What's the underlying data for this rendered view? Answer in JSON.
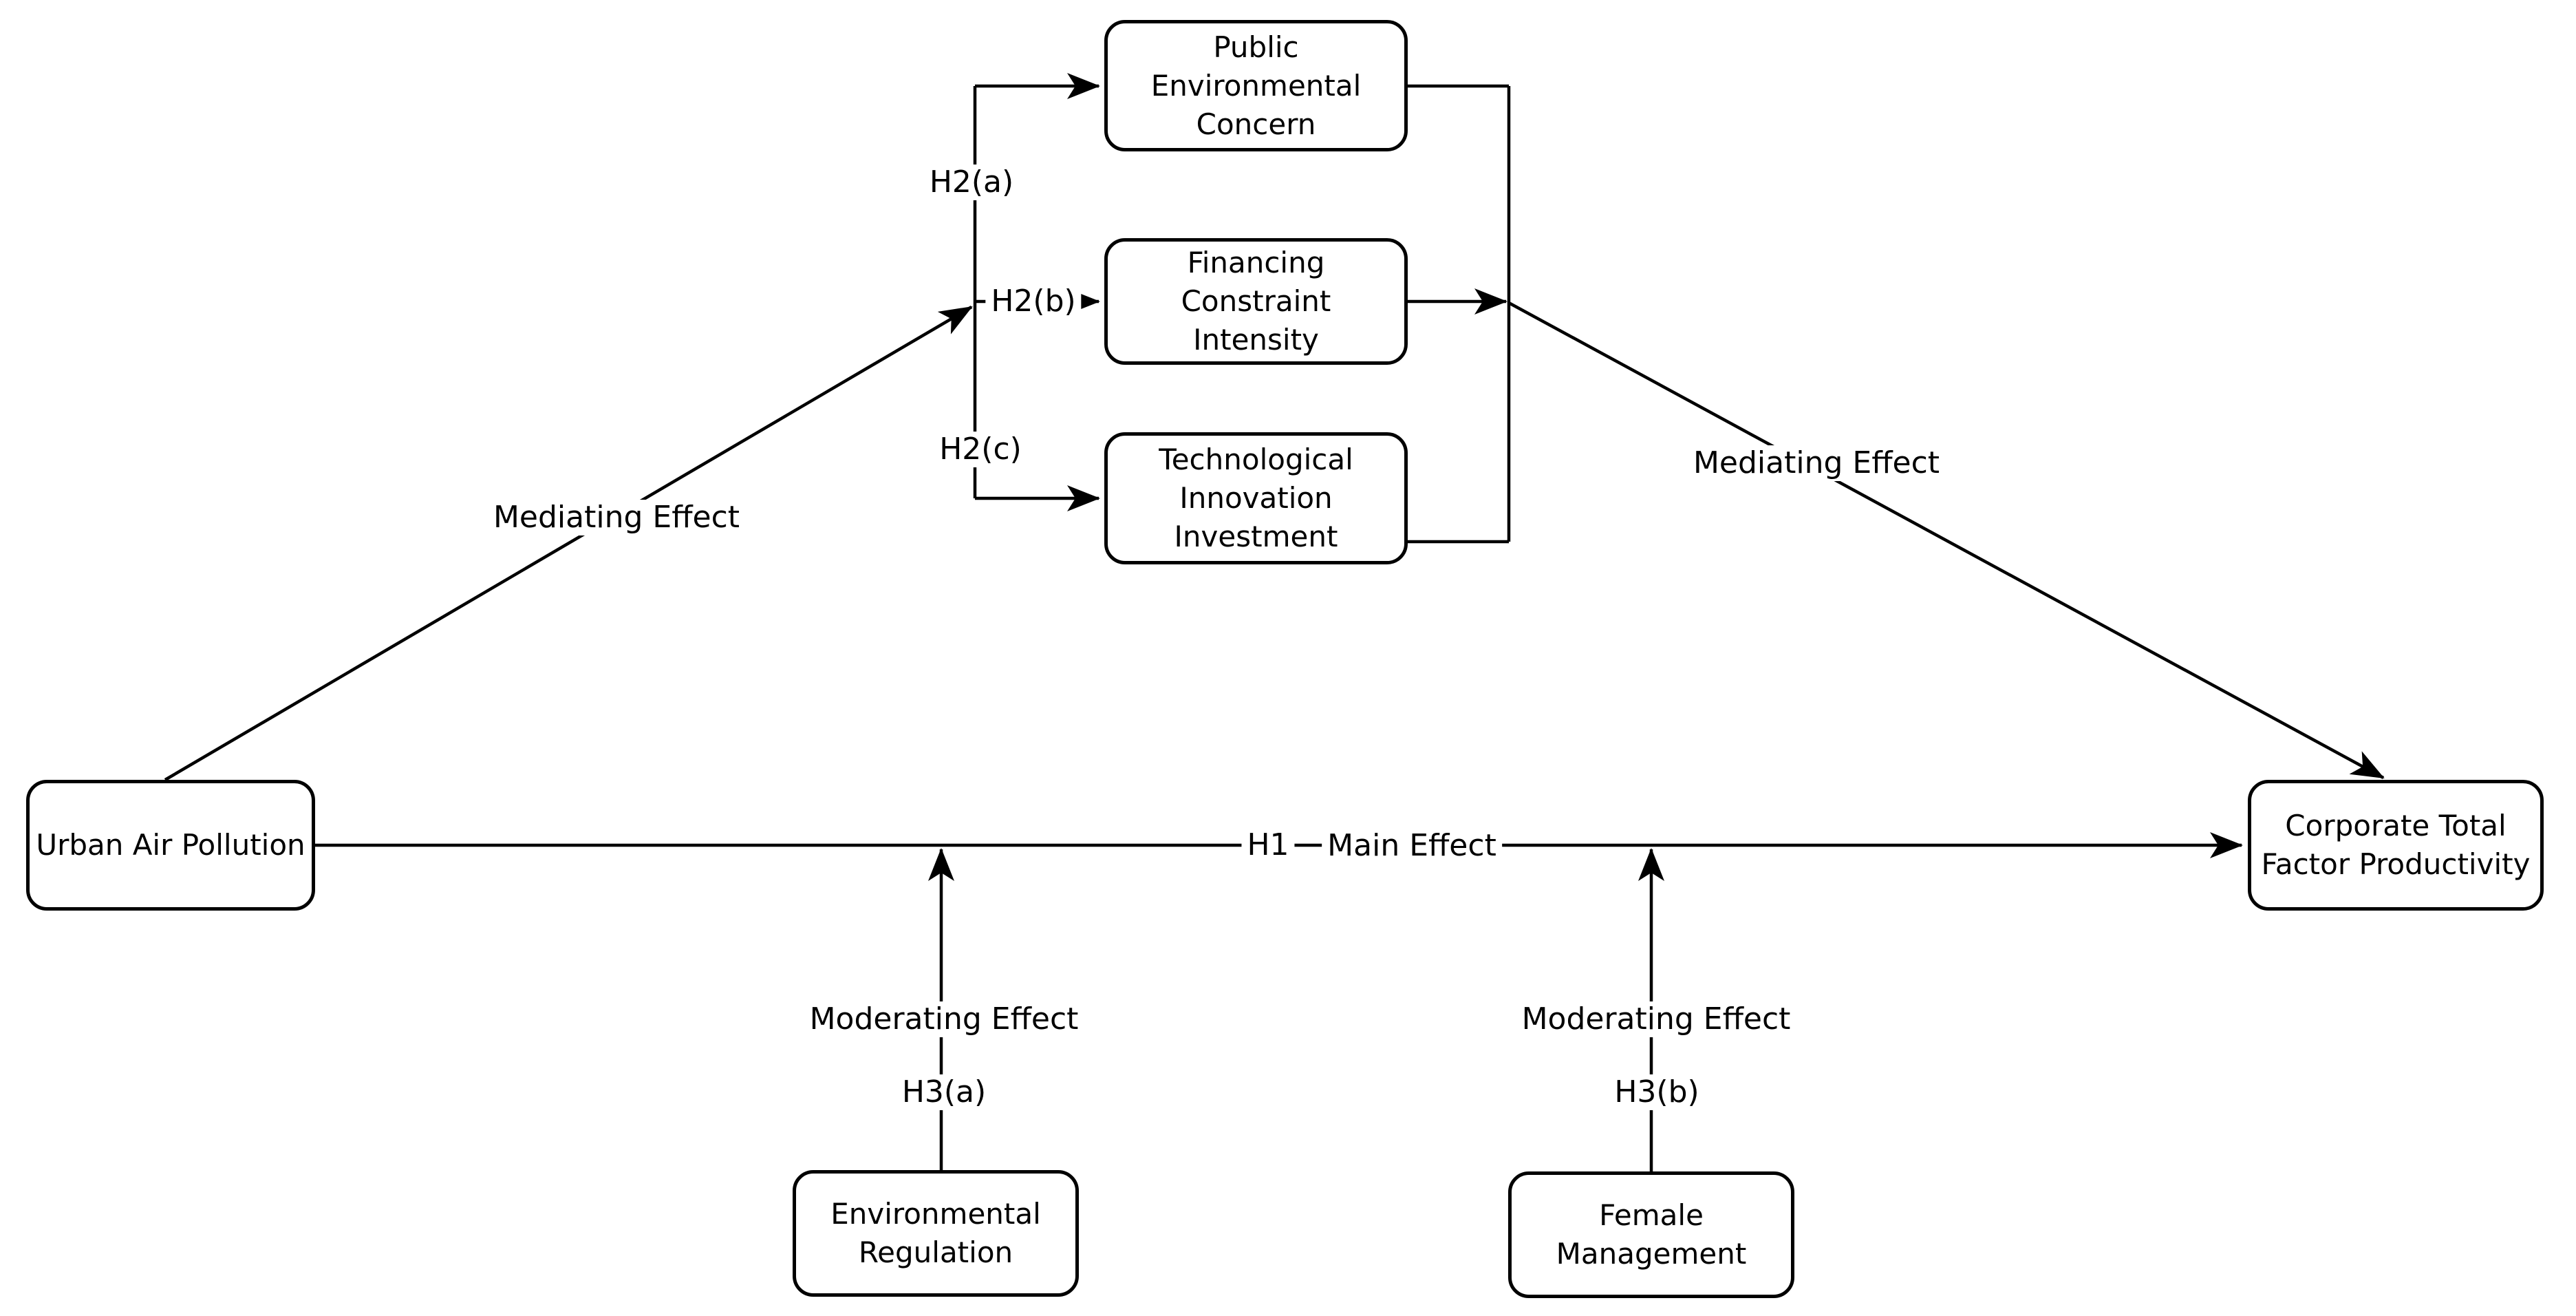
{
  "canvas": {
    "background": "#ffffff",
    "line_color": "#000000",
    "text_color": "#000000"
  },
  "nodes": {
    "urban_air_pollution": {
      "lines": [
        "Urban Air Pollution"
      ]
    },
    "public_environmental_concern": {
      "lines": [
        "Public",
        "Environmental",
        "Concern"
      ]
    },
    "financing_constraint_intensity": {
      "lines": [
        "Financing",
        "Constraint",
        "Intensity"
      ]
    },
    "technological_innovation_investment": {
      "lines": [
        "Technological",
        "Innovation",
        "Investment"
      ]
    },
    "corporate_total_factor_productivity": {
      "lines": [
        "Corporate Total",
        "Factor Productivity"
      ]
    },
    "environmental_regulation": {
      "lines": [
        "Environmental",
        "Regulation"
      ]
    },
    "female_management": {
      "lines": [
        "Female",
        "Management"
      ]
    }
  },
  "labels": {
    "h2a": "H2(a)",
    "h2b": "H2(b)",
    "h2c": "H2(c)",
    "h1": "H1",
    "main_effect": "Main Effect",
    "mediating_left": "Mediating Effect",
    "mediating_right": "Mediating Effect",
    "moderating_left": "Moderating Effect",
    "moderating_right": "Moderating Effect",
    "h3a": "H3(a)",
    "h3b": "H3(b)"
  }
}
